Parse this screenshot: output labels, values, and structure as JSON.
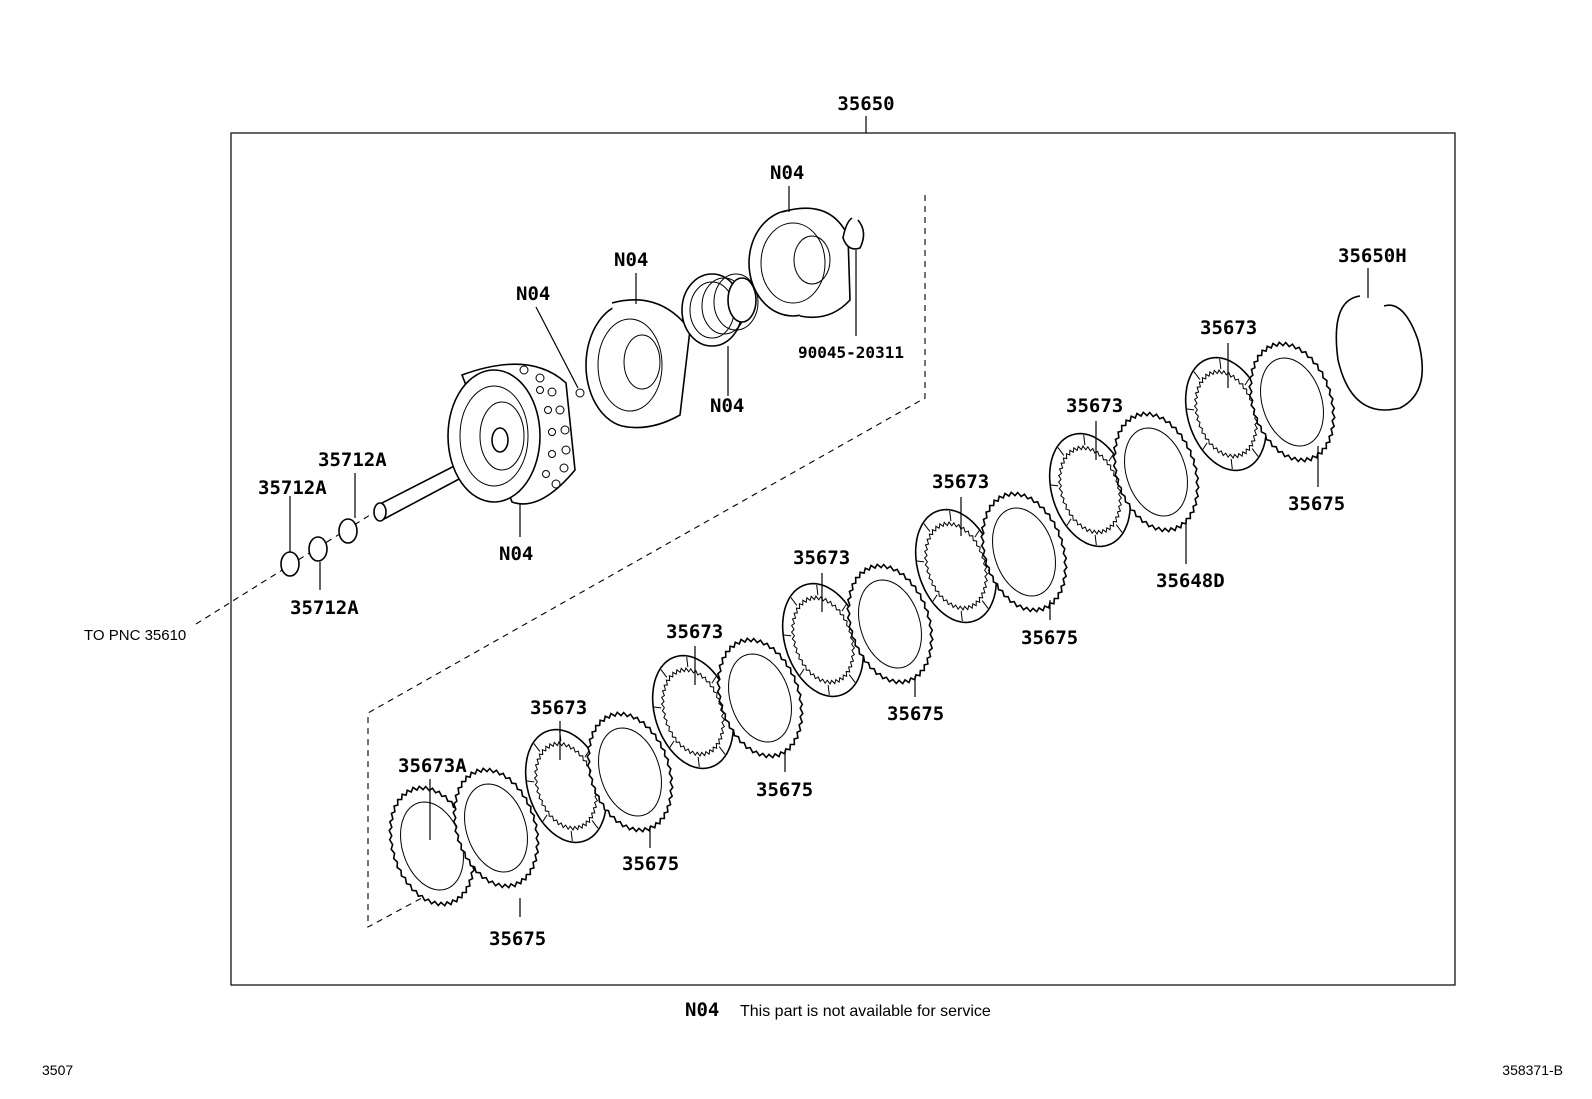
{
  "assembly_number": "35650",
  "callouts": {
    "n04_top": "N04",
    "n04_piston": "N04",
    "n04_dot": "N04",
    "n04_spring": "N04",
    "n04_drum": "N04",
    "snap_ring": "90045-20311",
    "snap_ring_large": "35650H",
    "washer_upper": "35712A",
    "washer_left": "35712A",
    "washer_lower": "35712A",
    "disc_1": "35673A",
    "plate_1": "35675",
    "disc_2": "35673",
    "plate_2": "35675",
    "disc_3": "35673",
    "plate_3": "35675",
    "disc_4": "35673",
    "plate_4": "35675",
    "disc_5": "35673",
    "plate_5": "35675",
    "disc_6": "35673",
    "flange": "35648D",
    "disc_7": "35673",
    "plate_7": "35675"
  },
  "reference_label": "TO PNC 35610",
  "legend": {
    "code": "N04",
    "text": "This part is not available for service"
  },
  "footer": {
    "left_code": "3507",
    "right_code": "358371-B"
  }
}
